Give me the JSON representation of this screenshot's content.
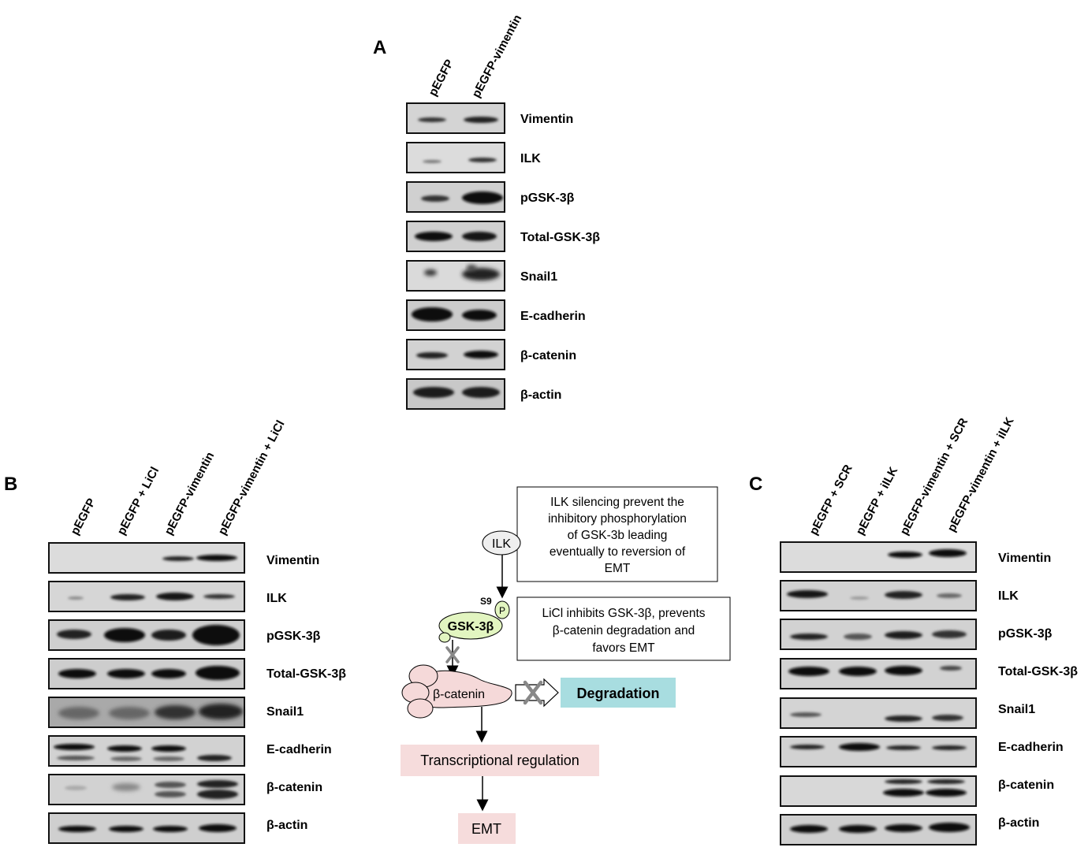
{
  "panels": {
    "A": {
      "letter": "A",
      "lanes": [
        "pEGFP",
        "pEGFP-vimentin"
      ],
      "rows": [
        "Vimentin",
        "ILK",
        "pGSK-3β",
        "Total-GSK-3β",
        "Snail1",
        "E-cadherin",
        "β-catenin",
        "β-actin"
      ]
    },
    "B": {
      "letter": "B",
      "lanes": [
        "pEGFP",
        "pEGFP + LiCl",
        "pEGFP-vimentin",
        "pEGFP-vimentin + LiCl"
      ],
      "rows": [
        "Vimentin",
        "ILK",
        "pGSK-3β",
        "Total-GSK-3β",
        "Snail1",
        "E-cadherin",
        "β-catenin",
        "β-actin"
      ]
    },
    "C": {
      "letter": "C",
      "lanes": [
        "pEGFP + SCR",
        "pEGFP + iILK",
        "pEGFP-vimentin + SCR",
        "pEGFP-vimentin + iILK"
      ],
      "rows": [
        "Vimentin",
        "ILK",
        "pGSK-3β",
        "Total-GSK-3β",
        "Snail1",
        "E-cadherin",
        "β-catenin",
        "β-actin"
      ]
    }
  },
  "pathway": {
    "ilk_node": "ILK",
    "phospho_site": "S9",
    "phospho_mark": "P",
    "gsk_node": "GSK-3β",
    "catenin_node": "β-catenin",
    "degradation": "Degradation",
    "transcription": "Transcriptional regulation",
    "emt": "EMT",
    "note_ilk": [
      "ILK silencing prevent the",
      "inhibitory phosphorylation",
      "of GSK-3b leading",
      "eventually to reversion of",
      "EMT"
    ],
    "note_licl": [
      "LiCl inhibits GSK-3β, prevents",
      "β-catenin degradation and",
      "favors EMT"
    ]
  },
  "colors": {
    "gsk_fill": "#e2f5c0",
    "catenin_fill": "#f5d9d9",
    "degradation_fill": "#a8dde0",
    "box_fill": "#f6dcdc",
    "ilk_fill": "#efefef"
  }
}
